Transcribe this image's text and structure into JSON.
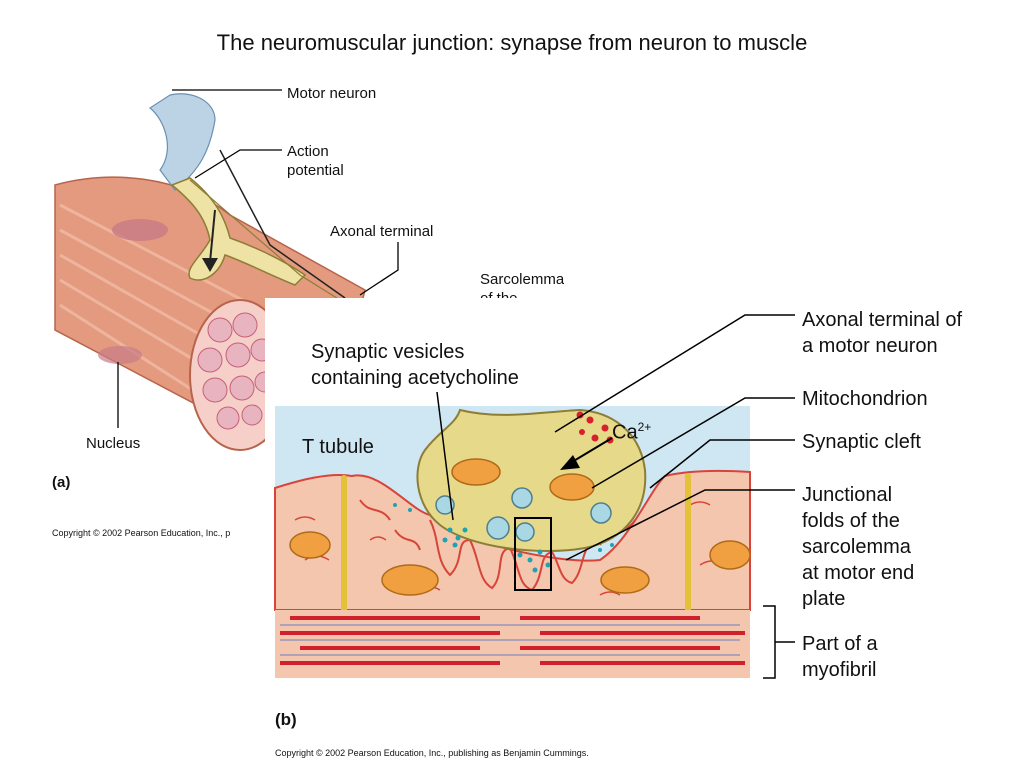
{
  "title": "The neuromuscular junction: synapse from neuron to muscle",
  "panel_a": {
    "label": "(a)",
    "labels": {
      "motor_neuron": "Motor neuron",
      "action_potential": "Action\npotential",
      "axonal_terminal": "Axonal terminal",
      "sarcolemma": "Sarcolemma\nof the",
      "nucleus": "Nucleus"
    },
    "copyright": "Copyright © 2002 Pearson Education, Inc., p"
  },
  "panel_b": {
    "label": "(b)",
    "labels": {
      "synaptic_vesicles": "Synaptic vesicles\ncontaining acetycholine",
      "t_tubule": "T tubule",
      "ca": "Ca",
      "ca_sup": "2+",
      "axonal_terminal": "Axonal terminal of\na motor neuron",
      "mitochondrion": "Mitochondrion",
      "synaptic_cleft": "Synaptic cleft",
      "junctional_folds": "Junctional\nfolds of the\nsarcolemma\nat motor end\nplate",
      "myofibril": "Part of a\nmyofibril"
    },
    "copyright": "Copyright © 2002 Pearson Education, Inc., publishing as Benjamin Cummings."
  },
  "colors": {
    "muscle": "#e39a7f",
    "muscle_light": "#f4c6ad",
    "neuron": "#e6d98a",
    "cleft_bg": "#cfe6f3",
    "myofibril_red": "#d0202c",
    "tubule": "#e3c23a",
    "mitochondrion": "#f0a040",
    "vesicle": "#a9d7e3",
    "leader": "#000000"
  }
}
